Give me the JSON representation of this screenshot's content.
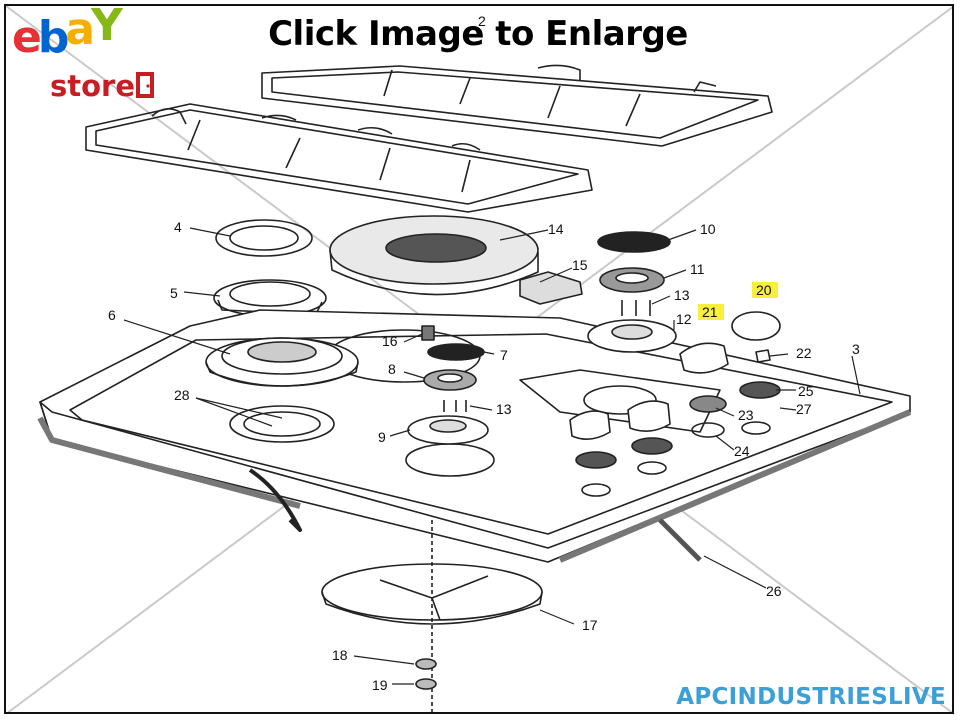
{
  "header": {
    "title": "Click Image to Enlarge"
  },
  "logo": {
    "letters": [
      "e",
      "b",
      "a",
      "Y"
    ],
    "letter_colors": [
      "#e53238",
      "#0064d2",
      "#f5af02",
      "#86b817"
    ],
    "store": "store",
    "store_color": "#c81d25"
  },
  "footer": {
    "brand": "APCINDUSTRIESLIVE",
    "brand_color": "#3c9fd8"
  },
  "diagram": {
    "highlight_color": "#f6f03a",
    "parts": {
      "p2": "2",
      "p3": "3",
      "p4": "4",
      "p5": "5",
      "p6": "6",
      "p7": "7",
      "p8": "8",
      "p9": "9",
      "p10": "10",
      "p11": "11",
      "p12": "12",
      "p13a": "13",
      "p13b": "13",
      "p14": "14",
      "p15": "15",
      "p16": "16",
      "p17": "17",
      "p18": "18",
      "p19": "19",
      "p20": "20",
      "p21": "21",
      "p22": "22",
      "p23": "23",
      "p24": "24",
      "p25": "25",
      "p26": "26",
      "p27": "27",
      "p28": "28"
    }
  }
}
